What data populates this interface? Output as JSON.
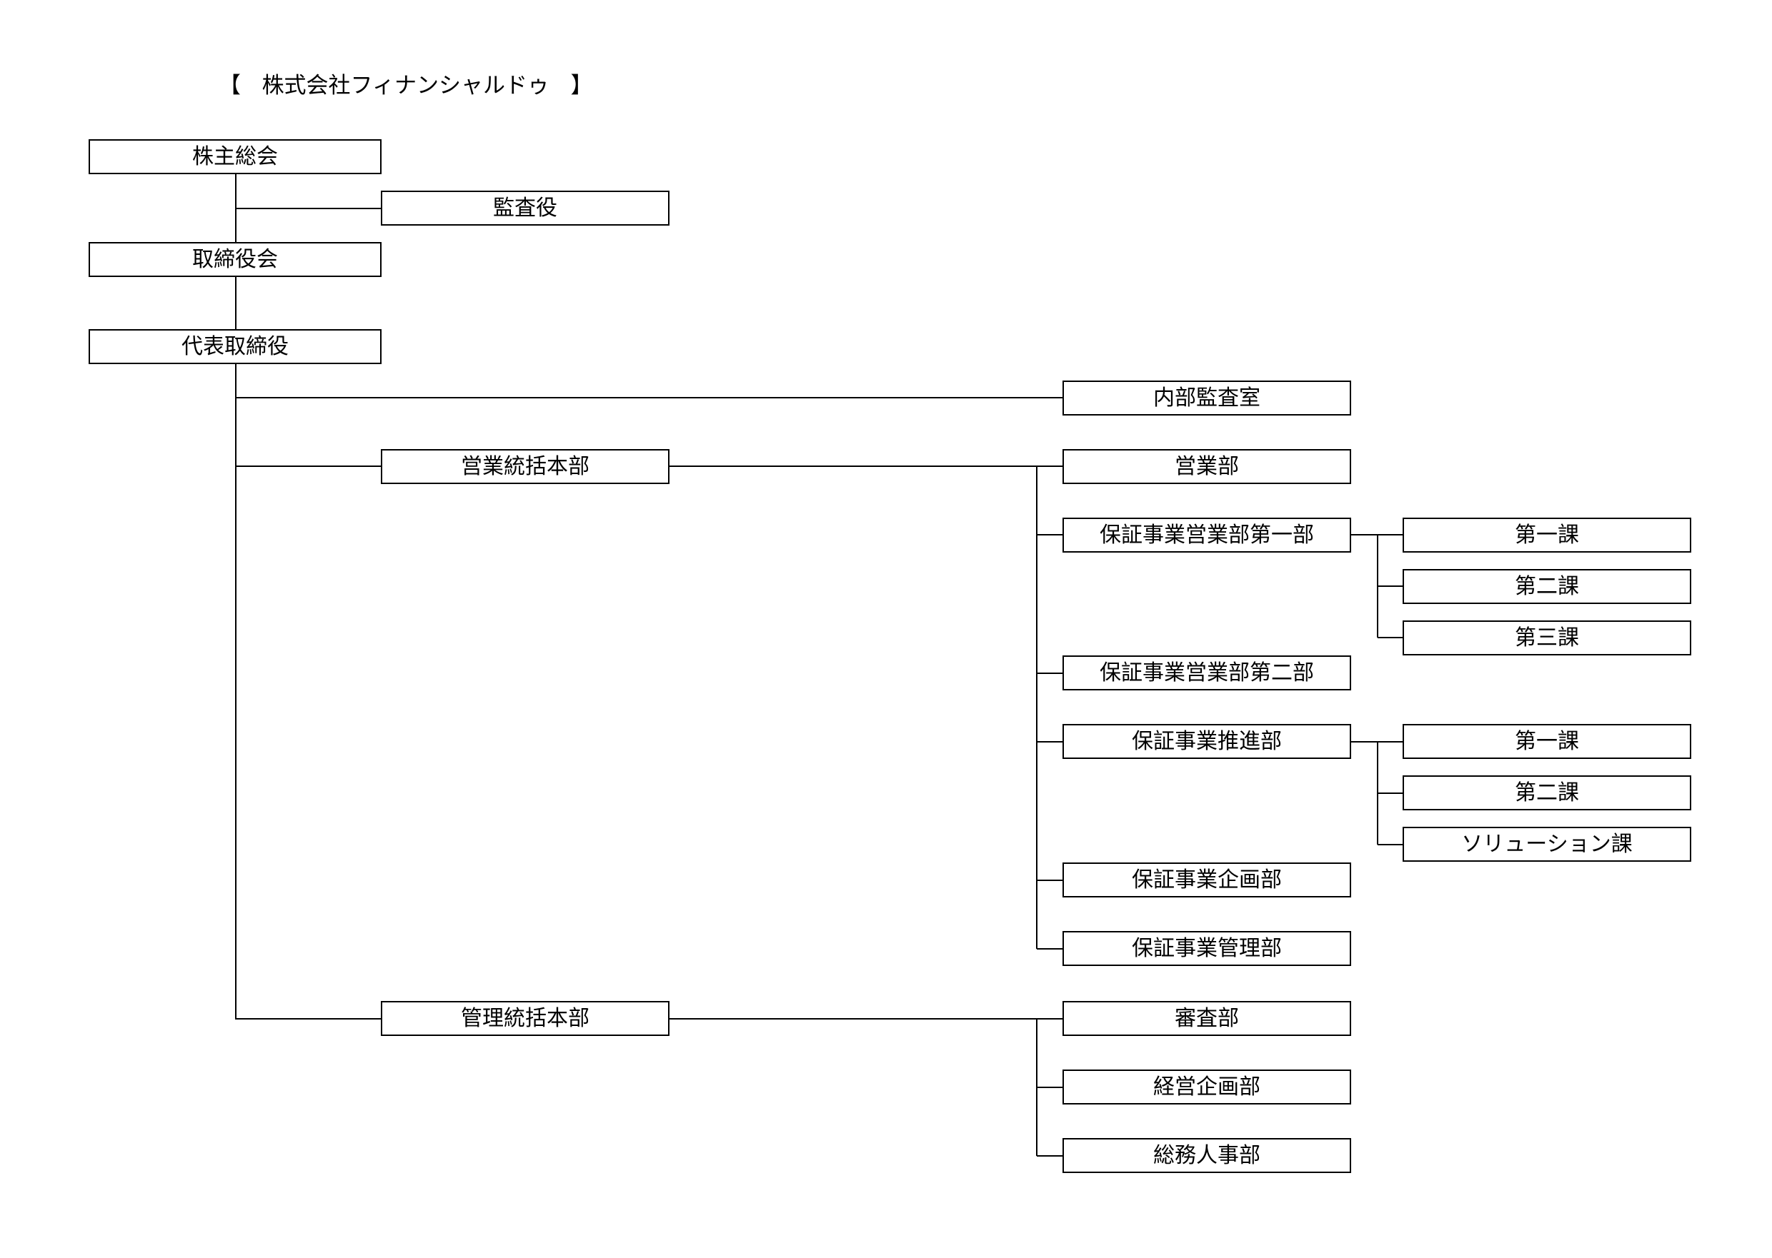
{
  "title": {
    "open": "【",
    "name": "株式会社フィナンシャルドゥ",
    "close": "】"
  },
  "org": {
    "shareholders_meeting": "株主総会",
    "auditor": "監査役",
    "board": "取締役会",
    "representative_director": "代表取締役",
    "internal_audit": "内部監査室",
    "sales_hq": {
      "name": "営業統括本部",
      "departments": {
        "sales": "営業部",
        "guarantee_sales_1": {
          "name": "保証事業営業部第一部",
          "sections": [
            "第一課",
            "第二課",
            "第三課"
          ]
        },
        "guarantee_sales_2": "保証事業営業部第二部",
        "guarantee_promotion": {
          "name": "保証事業推進部",
          "sections": [
            "第一課",
            "第二課",
            "ソリューション課"
          ]
        },
        "guarantee_planning": "保証事業企画部",
        "guarantee_management": "保証事業管理部"
      }
    },
    "admin_hq": {
      "name": "管理統括本部",
      "departments": {
        "examination": "審査部",
        "corporate_planning": "経営企画部",
        "general_affairs_hr": "総務人事部"
      }
    }
  }
}
